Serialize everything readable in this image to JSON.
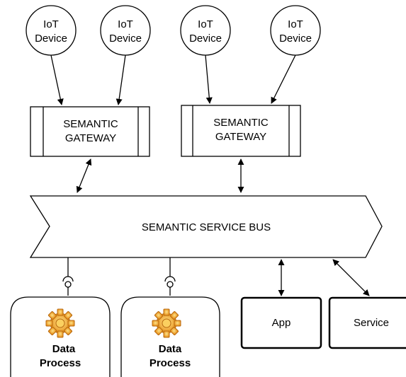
{
  "iot_devices": [
    {
      "line1": "IoT",
      "line2": "Device"
    },
    {
      "line1": "IoT",
      "line2": "Device"
    },
    {
      "line1": "IoT",
      "line2": "Device"
    },
    {
      "line1": "IoT",
      "line2": "Device"
    }
  ],
  "gateways": [
    {
      "line1": "SEMANTIC",
      "line2": "GATEWAY"
    },
    {
      "line1": "SEMANTIC",
      "line2": "GATEWAY"
    }
  ],
  "service_bus": {
    "label": "SEMANTIC SERVICE BUS"
  },
  "data_processes": [
    {
      "line1": "Data",
      "line2": "Process",
      "icon": "gear-icon"
    },
    {
      "line1": "Data",
      "line2": "Process",
      "icon": "gear-icon"
    }
  ],
  "app": {
    "label": "App"
  },
  "service": {
    "label": "Service"
  },
  "colors": {
    "stroke": "#000000",
    "gear_outer": "#f0a020",
    "gear_inner": "#fbd060"
  }
}
